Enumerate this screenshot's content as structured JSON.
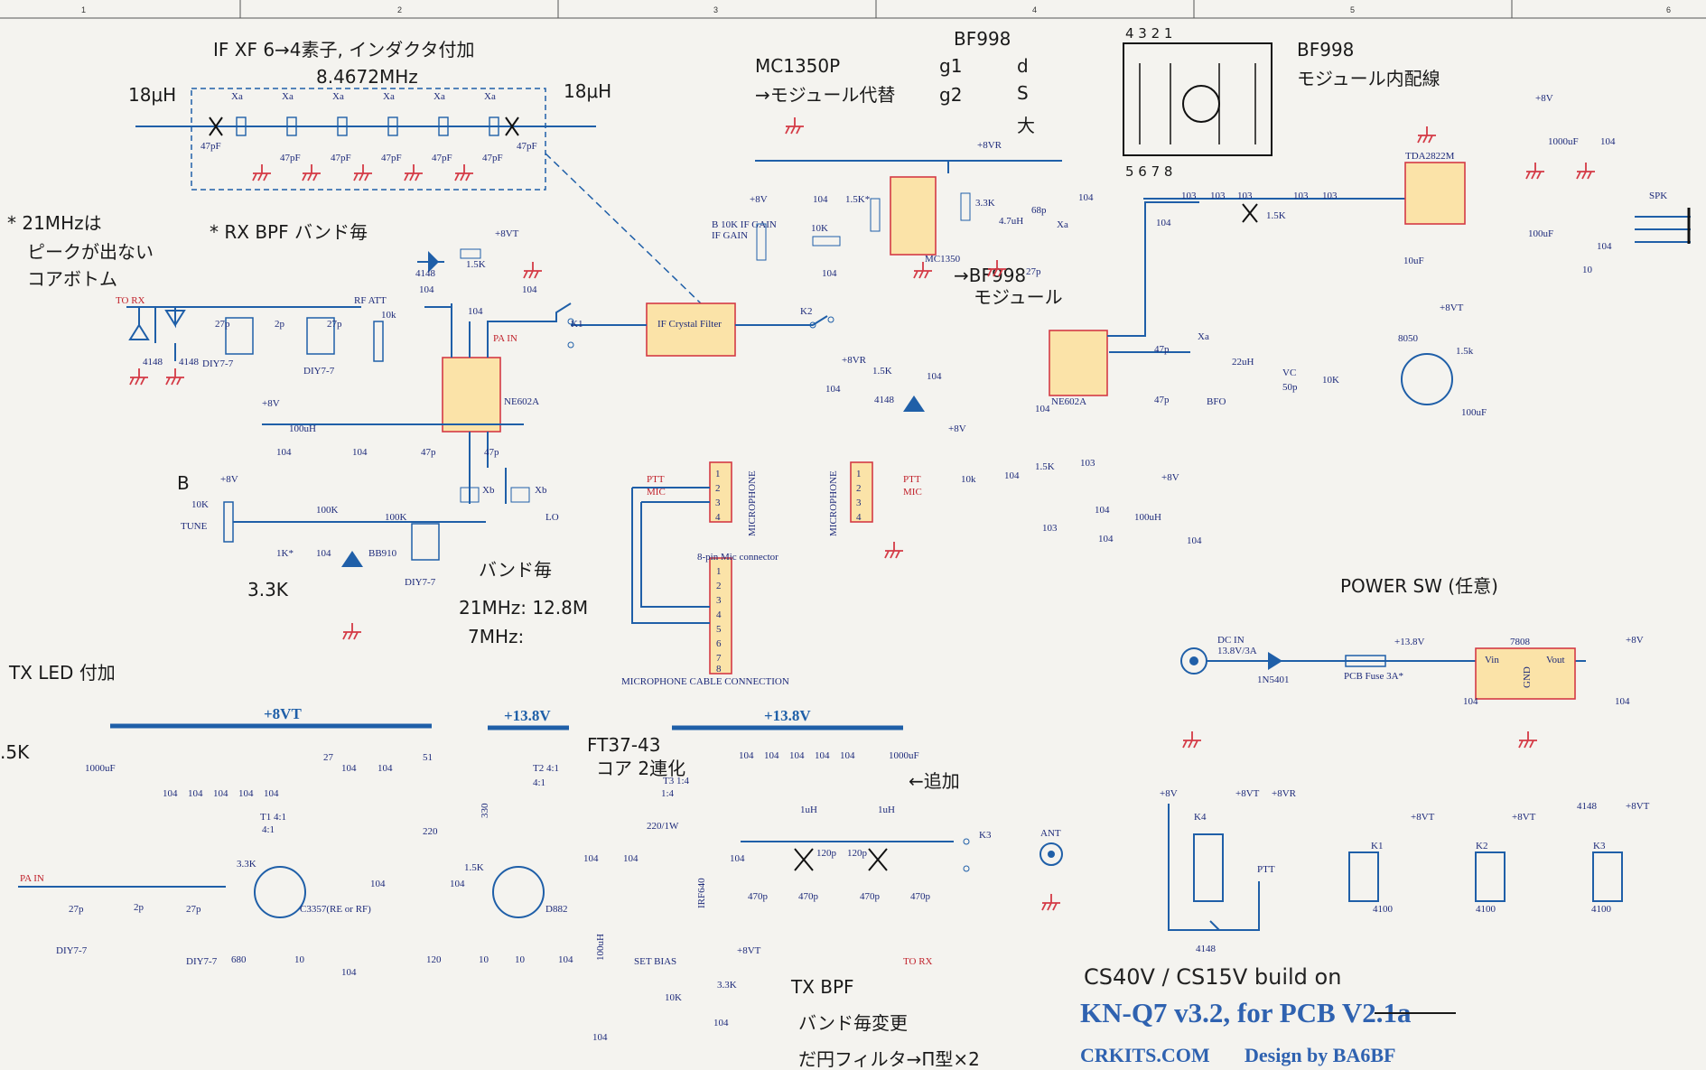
{
  "ruler": [
    "1",
    "2",
    "3",
    "4",
    "5",
    "6"
  ],
  "notes": {
    "if_xf": "IF XF 6→4素子, インダクタ付加",
    "freq": "8.4672MHz",
    "mh_left": "18μH",
    "mh_right": "18μH",
    "mc1350p": "MC1350P",
    "mc_repl": "→モジュール代替",
    "bf998_top": "BF998",
    "bf998_mod": "BF998",
    "bf998_mod2": "モジュール内配線",
    "note21": "* 21MHzは",
    "note21b": "ピークが出ない",
    "note21c": "コアボトム",
    "rxbpf": "* RX BPF バンド毎",
    "band": "バンド毎",
    "f21": "21MHz: 12.8M",
    "f7": "7MHz:",
    "txled": "TX LED 付加",
    "ft37": "FT37-43",
    "core2": "コア 2連化",
    "add": "←追加",
    "txbpf": "TX BPF",
    "txbpf2": "バンド毎変更",
    "txbpf3": "だ円フィルタ→Π型×2",
    "powersw": "POWER SW (任意)",
    "bf998mod": "→BF998",
    "bf998mod2": "モジュール",
    "big": "大",
    "b_label": "B",
    "g1": "g1",
    "g2": "g2",
    "d": "d",
    "s": "S",
    "r33k": "3.3K",
    "r15k": ".5K",
    "build": "CS40V / CS15V build on"
  },
  "labels": {
    "if_crystal_filter": "IF Crystal Filter",
    "mc1350": "MC1350",
    "ne602a_left": "NE602A",
    "ne602a_right": "NE602A",
    "tda2822m": "TDA2822M",
    "r7808": "7808",
    "vin": "Vin",
    "vout": "Vout",
    "gnd": "GND",
    "microphone1": "MICROPHONE",
    "microphone2": "MICROPHONE",
    "mic_conn": "8-pin Mic connector",
    "mic_cable": "MICROPHONE CABLE CONNECTION",
    "ptt": "PTT",
    "mic": "MIC",
    "to_rx": "TO RX",
    "to_rx2": "TO RX",
    "pa_in": "PA IN",
    "pa_in2": "PA IN",
    "rf_att": "RF ATT",
    "if_gain": "B 10K\nIF GAIN",
    "tune": "TUNE",
    "lo": "LO",
    "bfo": "BFO",
    "spk": "SPK",
    "dc_in": "DC IN",
    "dc_in2": "13.8V/3A",
    "in5401": "1N5401",
    "fuse": "PCB Fuse 3A*",
    "ant": "ANT",
    "set_bias": "SET BIAS",
    "k1": "K1",
    "k2": "K2",
    "k3": "K3",
    "k4": "K4",
    "vt8": "+8VT",
    "v138": "+13.8V",
    "v8": "+8V",
    "v8vr": "+8VR",
    "c3357": "C3357(RE or RF)",
    "d882": "D882",
    "irf640": "IRF640",
    "t1": "T1\n4:1",
    "t2": "T2\n4:1",
    "t3": "T3\n1:4",
    "bb910": "BB910",
    "diy": "DIY7-7",
    "b8050": "8050",
    "r4100": "4100",
    "w220": "220/1W",
    "uh100": "100uH"
  },
  "footer": {
    "kn": "KN-Q7 v3.2, for PCB ",
    "ver": "V2.1a",
    "crkits": "CRKITS.COM",
    "design": "Design by BA6BF"
  },
  "colors": {
    "wire": "#1f5fa8",
    "ground": "#d43a45",
    "ic_fill": "#fbe3a8"
  }
}
